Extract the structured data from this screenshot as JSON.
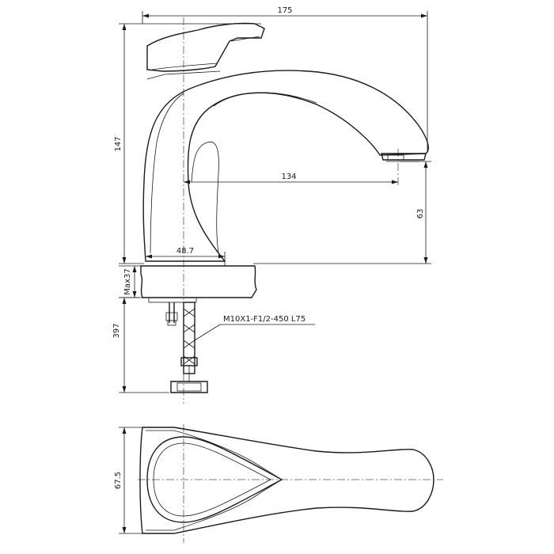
{
  "drawing": {
    "dimensions": {
      "overall_width": "175",
      "overall_height": "147",
      "spout_reach": "134",
      "spout_height": "63",
      "body_width": "48.7",
      "max_counter_thickness": "Max37",
      "hose_length": "397",
      "top_view_width": "67.5"
    },
    "callouts": {
      "hose_spec": "M10X1-F1/2-450  L75"
    }
  }
}
